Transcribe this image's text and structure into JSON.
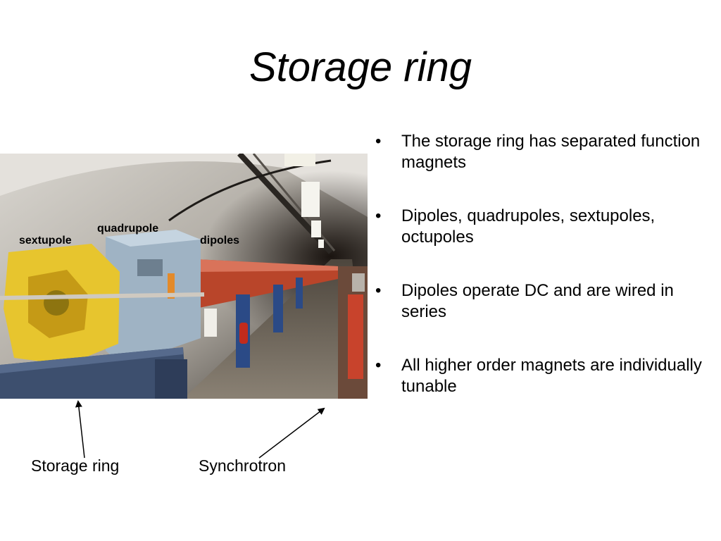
{
  "slide": {
    "title": "Storage ring",
    "bullets": [
      {
        "marker": "•",
        "text": "The storage ring has separated function magnets"
      },
      {
        "marker": "•",
        "text": "Dipoles, quadrupoles, sextupoles, octupoles"
      },
      {
        "marker": "•",
        "text": "Dipoles operate DC and are wired in series"
      },
      {
        "marker": "•",
        "text": "All higher order magnets are individually tunable"
      }
    ],
    "photo_labels": {
      "sextupole": "sextupole",
      "quadrupole": "quadrupole",
      "dipoles": "dipoles"
    },
    "captions": {
      "left": "Storage ring",
      "right": "Synchrotron"
    }
  }
}
